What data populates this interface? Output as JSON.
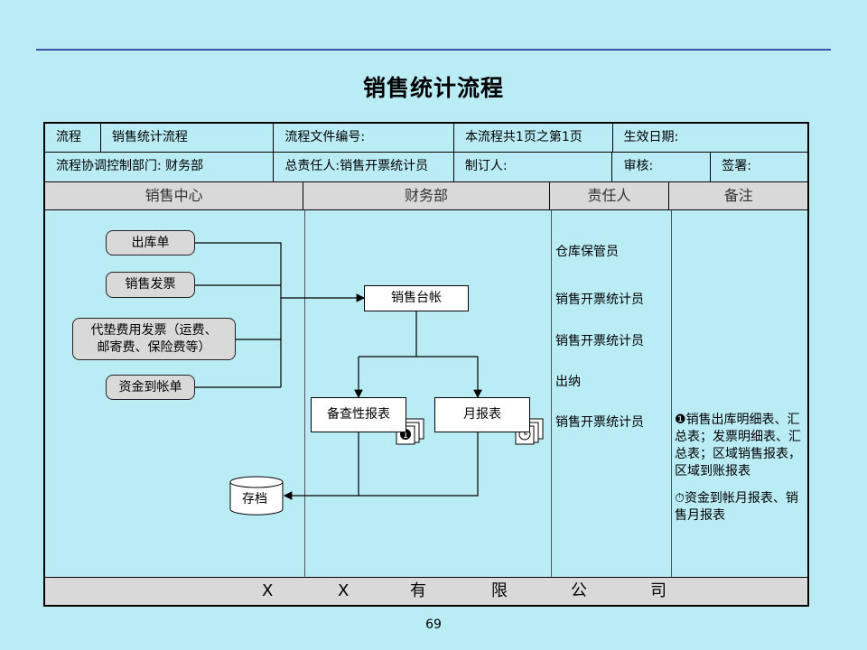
{
  "title": "销售统计流程",
  "header": {
    "row1": [
      "流程",
      "销售统计流程",
      "流程文件编号:",
      "本流程共1页之第1页",
      "生效日期:"
    ],
    "row2": [
      "流程协调控制部门: 财务部",
      "总责任人:销售开票统计员",
      "制订人:",
      "审核:",
      "签署:"
    ]
  },
  "columns": [
    "销售中心",
    "财务部",
    "责任人",
    "备注"
  ],
  "nodes": {
    "outbound": "出库单",
    "invoice": "销售发票",
    "advance_line1": "代垫费用发票（运费、",
    "advance_line2": "邮寄费、保险费等）",
    "funds": "资金到帐单",
    "ledger": "销售台帐",
    "check_report": "备查性报表",
    "monthly_report": "月报表",
    "archive": "存档"
  },
  "responsible": [
    "仓库保管员",
    "销售开票统计员",
    "销售开票统计员",
    "出纳",
    "销售开票统计员"
  ],
  "remarks": {
    "r1_marker": "❶",
    "r1_text": "销售出库明细表、汇总表；发票明细表、汇总表；区域销售报表，区域到账报表",
    "r2_marker": "⏱",
    "r2_text": "资金到帐月报表、销售月报表"
  },
  "footer": [
    "X",
    "X",
    "有",
    "限",
    "公",
    "司"
  ],
  "page_number": "69",
  "colors": {
    "background": "#b9ecf5",
    "header_fill": "#d9d9d9",
    "rule": "#3f4fa8"
  }
}
